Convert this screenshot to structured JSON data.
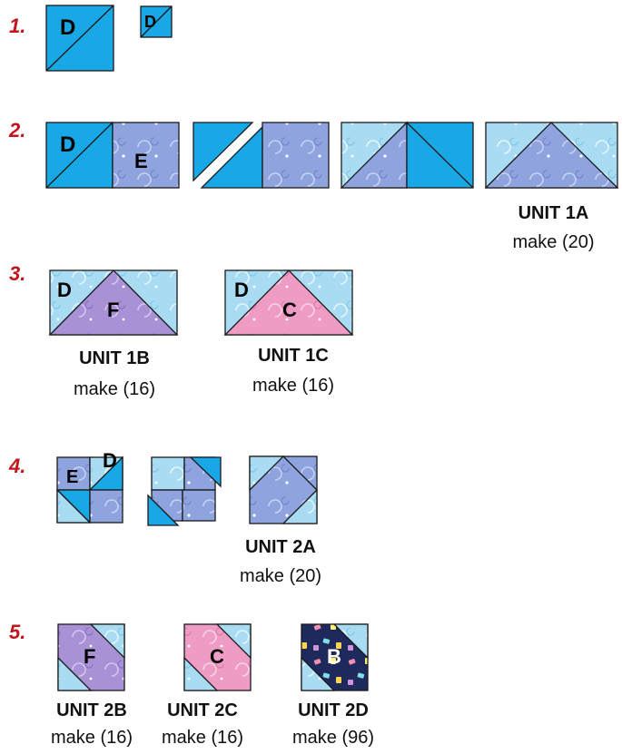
{
  "steps": [
    "1.",
    "2.",
    "3.",
    "4.",
    "5."
  ],
  "fabric_letters": {
    "D": "D",
    "E": "E",
    "F": "F",
    "C": "C",
    "B": "B"
  },
  "units": [
    {
      "id": "1a",
      "title": "UNIT 1A",
      "qty": "make (20)"
    },
    {
      "id": "1b",
      "title": "UNIT 1B",
      "qty": "make (16)"
    },
    {
      "id": "1c",
      "title": "UNIT 1C",
      "qty": "make (16)"
    },
    {
      "id": "2a",
      "title": "UNIT 2A",
      "qty": "make (20)"
    },
    {
      "id": "2b",
      "title": "UNIT 2B",
      "qty": "make (16)"
    },
    {
      "id": "2c",
      "title": "UNIT 2C",
      "qty": "make (16)"
    },
    {
      "id": "2d",
      "title": "UNIT 2D",
      "qty": "make (96)"
    }
  ],
  "colors": {
    "D_solid": "#19a8e6",
    "E_periwinkle": "#8fa4de",
    "light_aqua": "#a9dcf2",
    "F_lavender": "#a991d6",
    "C_pink": "#ef9cc4",
    "B_navy": "#1f2a5c",
    "step_number_red": "#c0161c",
    "outline": "#1a1a1a"
  }
}
